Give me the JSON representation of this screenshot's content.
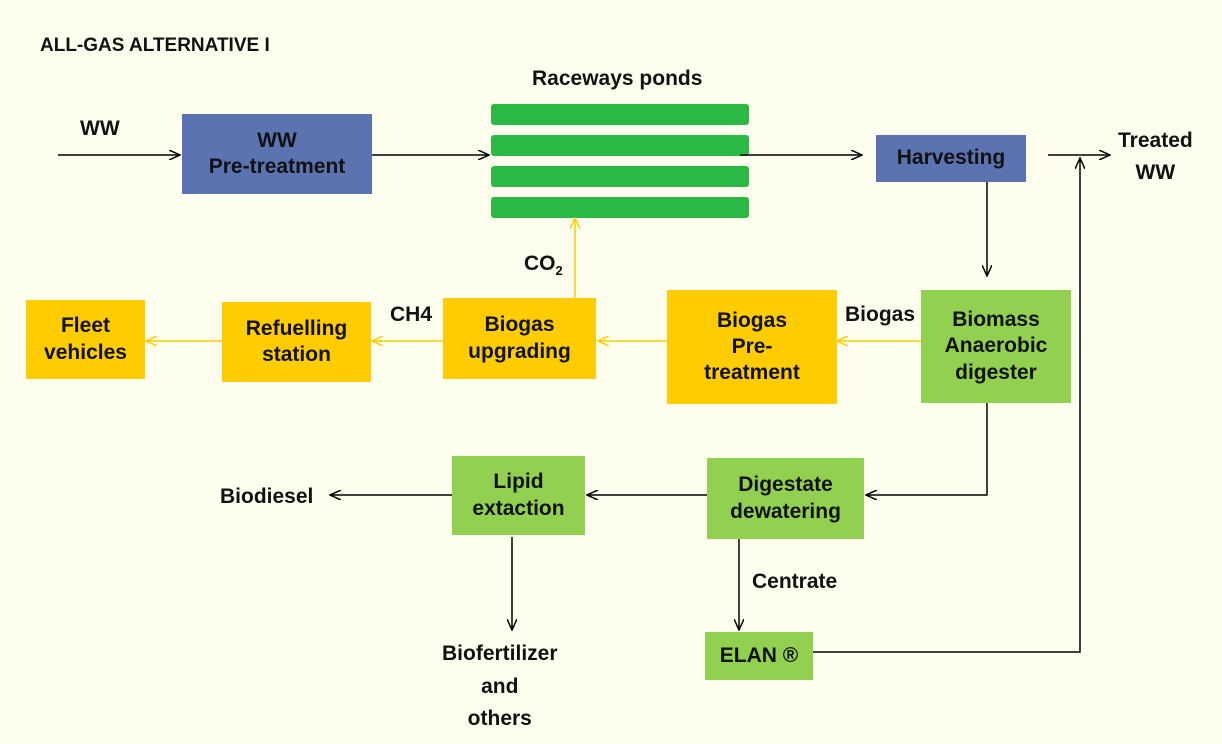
{
  "title": "ALL-GAS ALTERNATIVE I",
  "colors": {
    "background": "#fefeee",
    "blue_box": "#5b73b0",
    "yellow_box": "#ffcc00",
    "green_box": "#92d050",
    "pond": "#2bb844",
    "yellow_arrow": "#ffcc00",
    "black_arrow": "#000000"
  },
  "boxes": {
    "ww_pretreatment": "WW\nPre-treatment",
    "harvesting": "Harvesting",
    "fleet_vehicles": "Fleet\nvehicles",
    "refuelling_station": "Refuelling\nstation",
    "biogas_upgrading": "Biogas\nupgrading",
    "biogas_pretreatment": "Biogas\nPre-\ntreatment",
    "biomass_digester": "Biomass\nAnaerobic\ndigester",
    "lipid_extraction": "Lipid\nextaction",
    "digestate_dewatering": "Digestate\ndewatering",
    "elan": "ELAN ®"
  },
  "labels": {
    "ww_in": "WW",
    "raceways": "Raceways ponds",
    "treated_ww": "Treated\nWW",
    "co2": "CO",
    "co2_sub": "2",
    "ch4": "CH4",
    "biogas": "Biogas",
    "biodiesel": "Biodiesel",
    "biofertilizer": "Biofertilizer\nand\nothers",
    "centrate": "Centrate"
  }
}
